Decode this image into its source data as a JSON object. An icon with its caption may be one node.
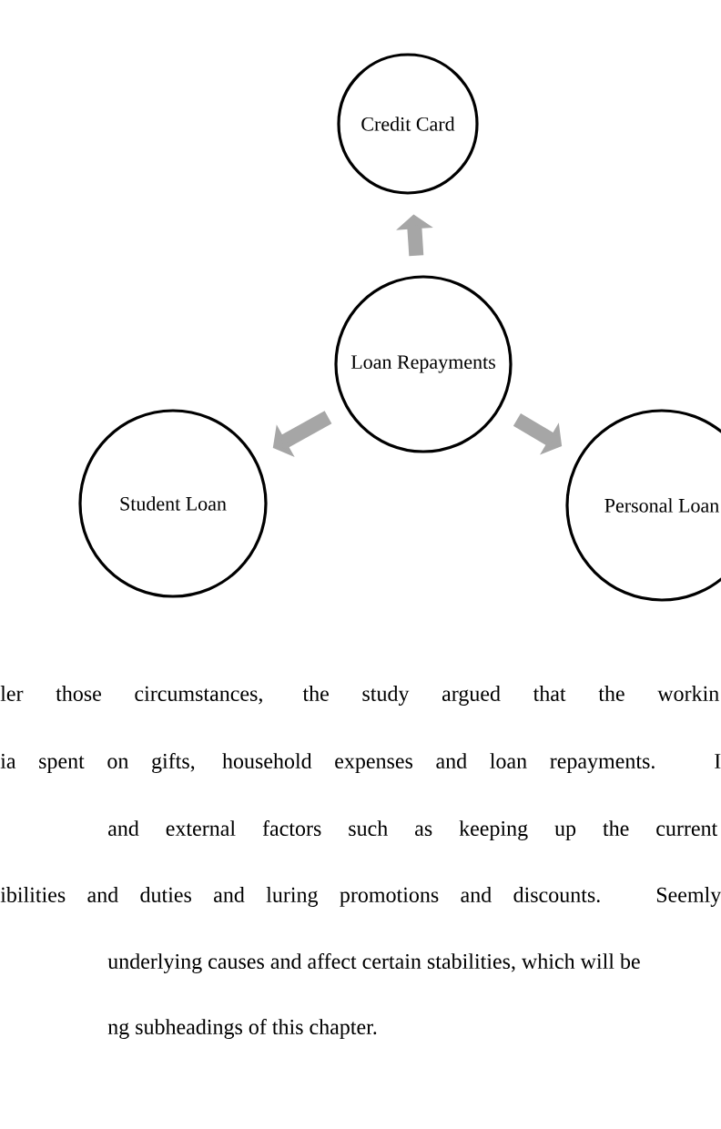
{
  "diagram": {
    "nodes": [
      {
        "text": [
          "Credit Card"
        ]
      },
      {
        "text": [
          "Loan Repayments"
        ]
      },
      {
        "text": [
          "Student Loan"
        ]
      },
      {
        "text": [
          "Personal Loan"
        ]
      }
    ],
    "edges": [
      {
        "from": 1,
        "to": 0,
        "arrow": "to"
      },
      {
        "from": 1,
        "to": 2,
        "arrow": "to"
      },
      {
        "from": 1,
        "to": 3,
        "arrow": "to"
      }
    ],
    "labels": [
      "ler those circumstances, the study argued that the workin",
      "ia spent on gifts, household expenses and loan repayments. I",
      "and external factors such as keeping up the current",
      "ibilities and duties and luring promotions and discounts. Seemly",
      "underlying causes and affect certain stabilities, which will be",
      "ng subheadings of this chapter."
    ]
  }
}
